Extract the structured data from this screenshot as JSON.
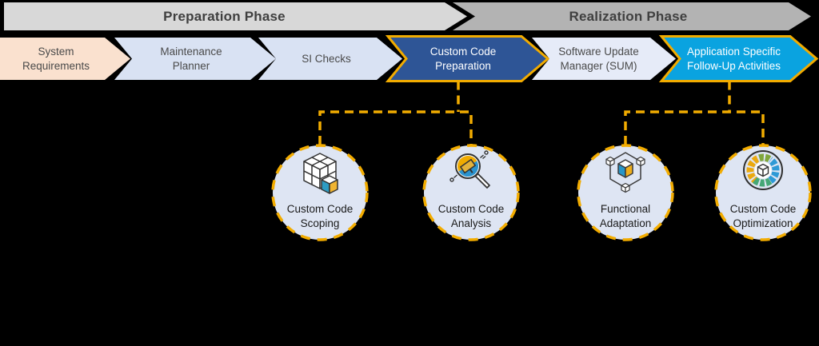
{
  "colors": {
    "background": "#000000",
    "gold": "#F2AC00",
    "phase_preparation_fill": "#D8D8D8",
    "phase_realization_fill": "#B3B3B3",
    "phase_text": "#3F3F3F",
    "step_system_requirements_fill": "#FAE1CF",
    "step_light_blue_fill": "#D9E2F3",
    "step_sum_fill": "#E6EBF8",
    "step_custom_code_prep_fill": "#2E5596",
    "step_follow_up_fill": "#0AA3E0",
    "step_text_dark": "#4A4A4A",
    "step_text_light": "#FFFFFF",
    "activity_circle_fill": "#DEE5F3",
    "activity_text": "#1A1A1A",
    "icon_outline": "#333333",
    "icon_blue": "#2E9BD0",
    "icon_gold": "#F0B11E",
    "icon_green": "#7FA63C",
    "icon_teal": "#45A776"
  },
  "phases": [
    {
      "label": "Preparation Phase"
    },
    {
      "label": "Realization Phase"
    }
  ],
  "steps": [
    {
      "label": "System Requirements"
    },
    {
      "label": "Maintenance Planner"
    },
    {
      "label": "SI Checks"
    },
    {
      "label": "Custom Code Preparation"
    },
    {
      "label": "Software Update Manager (SUM)"
    },
    {
      "label": "Application Specific Follow-Up Activities"
    }
  ],
  "activities": [
    {
      "label": "Custom Code Scoping",
      "icon": "cubes-stack-icon"
    },
    {
      "label": "Custom Code Analysis",
      "icon": "magnifier-analysis-icon"
    },
    {
      "label": "Functional Adaptation",
      "icon": "hexagon-cube-network-icon"
    },
    {
      "label": "Custom Code Optimization",
      "icon": "segmented-ring-cube-icon"
    }
  ]
}
